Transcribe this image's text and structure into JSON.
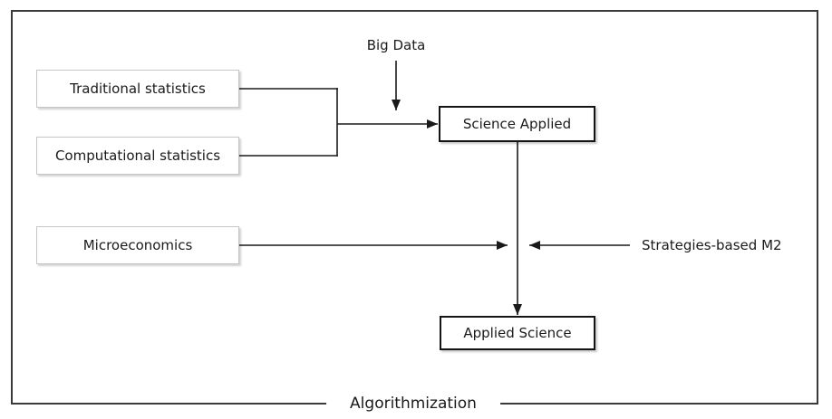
{
  "diagram": {
    "caption": "Algorithmization",
    "nodes": {
      "traditional": {
        "label": "Traditional statistics"
      },
      "computational": {
        "label": "Computational statistics"
      },
      "microeconomics": {
        "label": "Microeconomics"
      },
      "science_applied": {
        "label": "Science Applied"
      },
      "applied_science": {
        "label": "Applied Science"
      }
    },
    "annotations": {
      "big_data": {
        "label": "Big Data"
      },
      "strategies": {
        "label": "Strategies-based M2"
      }
    },
    "colors": {
      "connector": "#1a1a1a",
      "frame_border": "#3a3a3a",
      "node_border_light": "#c6c6c6",
      "node_border_dark": "#141414",
      "background": "#ffffff",
      "text": "#1a1a1a"
    }
  }
}
